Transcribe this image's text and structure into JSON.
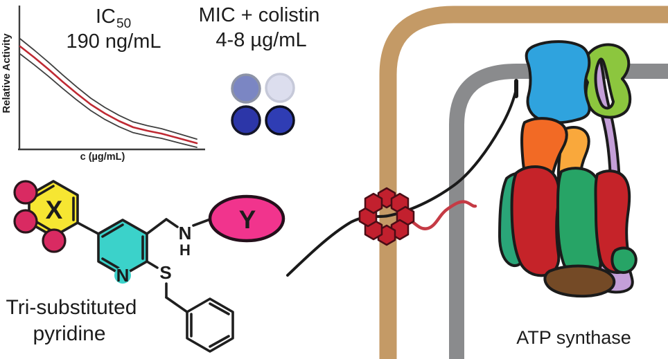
{
  "assay_chart": {
    "title_prefix": "IC",
    "title_subscript": "50",
    "title_value": "190 ng/mL",
    "y_axis_label": "Relative Activity",
    "x_axis_label": "c (µg/mL)",
    "chart_data": {
      "type": "line",
      "title": "IC50 dose-response curve",
      "xlabel": "c (µg/mL)",
      "ylabel": "Relative Activity",
      "x_axis_ticks": "none",
      "y_axis_ticks": "none",
      "annotation": "IC50 = 190 ng/mL",
      "x_norm": [
        0,
        0.08,
        0.16,
        0.24,
        0.32,
        0.4,
        0.48,
        0.56,
        0.64,
        0.72,
        0.8,
        0.9,
        1.0
      ],
      "series": [
        {
          "name": "fit",
          "color": "#bf2a33",
          "values": [
            0.93,
            0.828,
            0.72,
            0.605,
            0.497,
            0.395,
            0.312,
            0.242,
            0.185,
            0.153,
            0.127,
            0.083,
            0.038
          ]
        },
        {
          "name": "ci-upper",
          "color": "#3f3f3f",
          "values": [
            1.0,
            0.895,
            0.785,
            0.668,
            0.557,
            0.452,
            0.367,
            0.294,
            0.234,
            0.2,
            0.172,
            0.124,
            0.076
          ]
        },
        {
          "name": "ci-lower",
          "color": "#3f3f3f",
          "values": [
            0.86,
            0.76,
            0.655,
            0.543,
            0.437,
            0.338,
            0.257,
            0.19,
            0.135,
            0.106,
            0.083,
            0.041,
            0.0
          ]
        }
      ]
    }
  },
  "mic_panel": {
    "title_line1": "MIC + colistin",
    "title_line2": "4-8 µg/mL",
    "wells": [
      {
        "name": "well-top-left",
        "fill": "#7b86c3",
        "ring": "#8d93a6"
      },
      {
        "name": "well-top-right",
        "fill": "#dcdeee",
        "ring": "#c6c9d9"
      },
      {
        "name": "well-bottom-left",
        "fill": "#2c36a8",
        "ring": "#14162b"
      },
      {
        "name": "well-bottom-right",
        "fill": "#2f3db4",
        "ring": "#0e101f"
      }
    ]
  },
  "molecule": {
    "caption_line1": "Tri-substituted",
    "caption_line2": "pyridine",
    "x_substituent": "X",
    "y_substituent": "Y",
    "ring_nitrogen": "N",
    "amine_n": "N",
    "amine_h": "H",
    "thioether_s": "S",
    "colors": {
      "x_ring_fill": "#f6e632",
      "pyridine_fill": "#3bd2ca",
      "substituent_dots": "#d92a62",
      "y_fill": "#f1348d"
    }
  },
  "membrane_scene": {
    "atp_label": "ATP synthase",
    "colors": {
      "outer_membrane": "#c49a66",
      "inner_membrane": "#8a8b8d",
      "rosette": "#c2202e",
      "chain": "#1a1a1a",
      "lipid_tail": "#c53b45",
      "atp_blue": "#2fa3de",
      "atp_green_top": "#8cc63e",
      "atp_purple": "#c49fd8",
      "atp_orange": "#f26a25",
      "atp_amber": "#f9a83c",
      "atp_red": "#c52329",
      "atp_green": "#27a466",
      "atp_teal": "#2aa578",
      "atp_brown": "#744a26"
    }
  }
}
